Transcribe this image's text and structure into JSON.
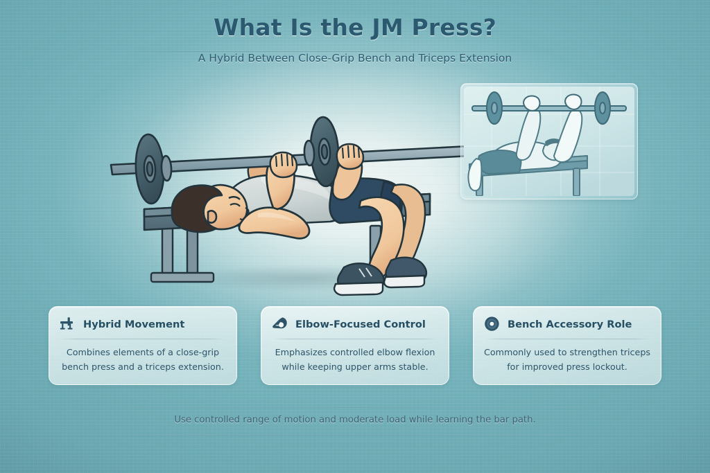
{
  "header": {
    "title": "What Is the JM Press?",
    "subtitle": "A Hybrid Between Close-Grip Bench and Triceps Extension"
  },
  "illustration": {
    "main_alt": "Lifter lying supine on a flat bench holding a barbell with a close grip, elbows bent in the JM press position",
    "inset_alt": "Monochrome inset illustration of the same lifter at lockout with arms extended overhead",
    "colors": {
      "skin": "#f2cca3",
      "skin_shadow": "#e0ad81",
      "hair": "#3c302a",
      "shirt": "#cfd6d6",
      "shirt_shadow": "#b3bdbe",
      "shorts": "#2f4b63",
      "shoe": "#3c5462",
      "bench": "#5d7683",
      "bench_dark": "#4a616d",
      "bench_leg": "#8aa0aa",
      "barbell_plate": "#46606b",
      "barbell_bar": "#91a8b2",
      "outline": "#22343c",
      "inset_tint": "#6e9ca8"
    }
  },
  "cards": [
    {
      "icon": "bench-icon",
      "title": "Hybrid Movement",
      "body": "Combines elements of a close-grip bench press and a triceps extension."
    },
    {
      "icon": "elbow-flex-icon",
      "title": "Elbow-Focused Control",
      "body": "Emphasizes controlled elbow flexion while keeping upper arms stable."
    },
    {
      "icon": "weight-plate-icon",
      "title": "Bench Accessory Role",
      "body": "Commonly used to strengthen triceps for improved press lockout."
    }
  ],
  "footer": {
    "note": "Use controlled range of motion and moderate load while learning the bar path."
  },
  "theme": {
    "background_teal": "#72b0b9",
    "background_center": "#eef5f3",
    "heading_color": "#2b5a70",
    "card_title_color": "#274f64",
    "body_text_color": "#2d5469",
    "icon_color": "#2d5468"
  }
}
